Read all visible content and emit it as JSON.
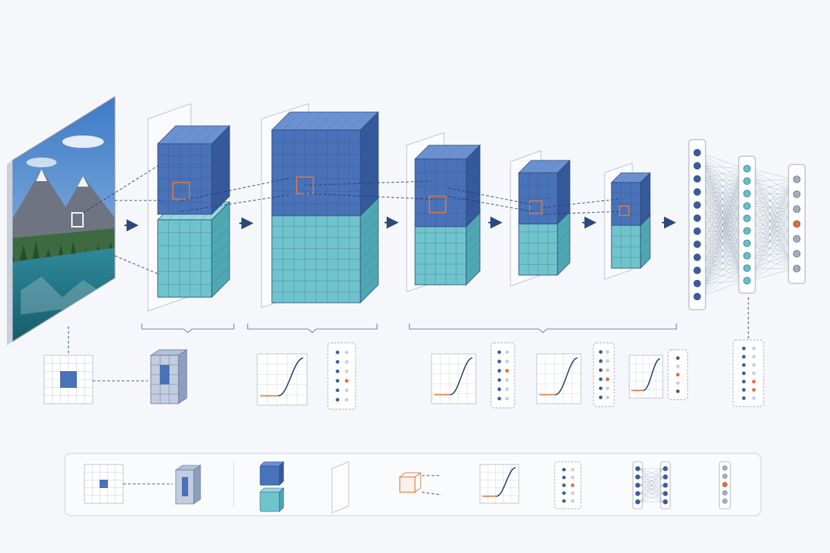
{
  "colors": {
    "background": "#f5f7fa",
    "feature_top": "#4a72b8",
    "feature_top_side": "#35599b",
    "feature_top_top": "#6b91d0",
    "feature_bottom": "#6fc4cc",
    "feature_bottom_side": "#4ea7b1",
    "feature_bottom_top": "#96d7dc",
    "grid_line": "#2c4a80",
    "filter_highlight": "#e07a3e",
    "connector": "#1f3a6a",
    "arrow": "#2b4a7a",
    "node_dark": "#3c5d9a",
    "node_teal": "#5fc3c8",
    "node_gray": "#a5aeba",
    "node_active": "#e46a3a",
    "plane": "#ffffff",
    "plane_border": "#b8c2cf",
    "legend_border": "#cfd6df"
  },
  "icons": {
    "input": "input-image-icon",
    "kernel": "kernel-grid-icon",
    "feature_map": "feature-map-block-icon",
    "activation": "activation-curve-icon",
    "pooling": "pooling-dots-icon",
    "dense": "dense-layer-icon",
    "output": "output-vector-icon"
  },
  "layers": [
    {
      "type": "input",
      "name": "input-image"
    },
    {
      "type": "conv",
      "name": "conv-block-1",
      "rows": 8,
      "cols": 5
    },
    {
      "type": "conv",
      "name": "conv-block-2",
      "rows": 10,
      "cols": 8
    },
    {
      "type": "conv",
      "name": "conv-block-3",
      "rows": 7,
      "cols": 5
    },
    {
      "type": "conv",
      "name": "conv-block-4",
      "rows": 6,
      "cols": 4
    },
    {
      "type": "conv",
      "name": "conv-block-5",
      "rows": 5,
      "cols": 3
    },
    {
      "type": "dense",
      "name": "dense-layer-1",
      "nodes": 12
    },
    {
      "type": "dense",
      "name": "dense-layer-2",
      "nodes": 10
    },
    {
      "type": "output",
      "name": "output-layer",
      "nodes": 7,
      "active_index": 3
    }
  ]
}
